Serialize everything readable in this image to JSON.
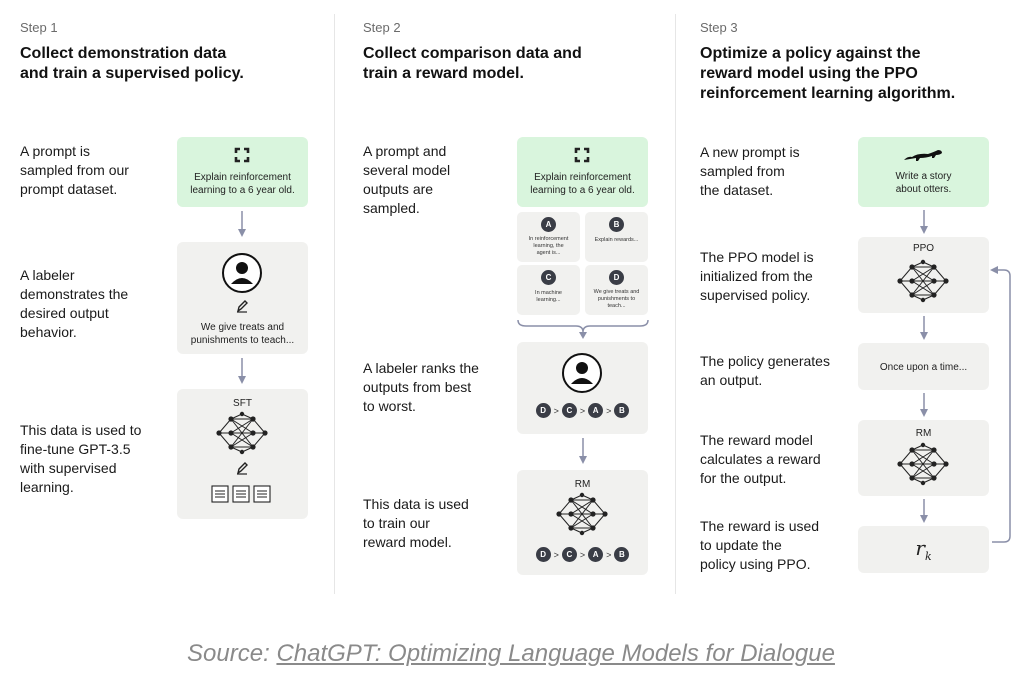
{
  "step1": {
    "label": "Step 1",
    "title_line1": "Collect demonstration data",
    "title_line2": "and train a supervised policy.",
    "desc1": [
      "A prompt is",
      "sampled from our",
      "prompt dataset."
    ],
    "desc2": [
      "A labeler",
      "demonstrates the",
      "desired output",
      "behavior."
    ],
    "desc3": [
      "This data is used to",
      "fine-tune GPT-3.5",
      "with supervised",
      "learning."
    ],
    "prompt_text": [
      "Explain reinforcement",
      "learning to a 6 year old."
    ],
    "demo_text": [
      "We give treats and",
      "punishments to teach..."
    ],
    "model_label": "SFT"
  },
  "step2": {
    "label": "Step 2",
    "title_line1": "Collect comparison data and",
    "title_line2": "train a reward model.",
    "desc1": [
      "A prompt and",
      "several model",
      "outputs are",
      "sampled."
    ],
    "desc2": [
      "A labeler ranks the",
      "outputs from best",
      "to worst."
    ],
    "desc3": [
      "This data is used",
      "to train our",
      "reward model."
    ],
    "prompt_text": [
      "Explain reinforcement",
      "learning to a 6 year old."
    ],
    "outputs": [
      {
        "letter": "A",
        "text": [
          "In reinforcement",
          "learning, the",
          "agent is..."
        ]
      },
      {
        "letter": "B",
        "text": [
          "Explain rewards..."
        ]
      },
      {
        "letter": "C",
        "text": [
          "In machine",
          "learning..."
        ]
      },
      {
        "letter": "D",
        "text": [
          "We give treats and",
          "punishments to",
          "teach..."
        ]
      }
    ],
    "ranking": [
      "D",
      "C",
      "A",
      "B"
    ],
    "model_label": "RM"
  },
  "step3": {
    "label": "Step 3",
    "title_line1": "Optimize a policy against the",
    "title_line2": "reward model using the PPO",
    "title_line3": "reinforcement learning algorithm.",
    "desc1": [
      "A new prompt is",
      "sampled from",
      "the dataset."
    ],
    "desc2": [
      "The PPO model is",
      "initialized from the",
      "supervised policy."
    ],
    "desc3": [
      "The policy generates",
      "an output."
    ],
    "desc4": [
      "The reward model",
      "calculates a reward",
      "for the output."
    ],
    "desc5": [
      "The reward is used",
      "to update the",
      "policy using PPO."
    ],
    "prompt_text": [
      "Write a story",
      "about otters."
    ],
    "ppo_label": "PPO",
    "output_text": "Once upon a time...",
    "rm_label": "RM",
    "reward_symbol": "r",
    "reward_subscript": "k"
  },
  "source": {
    "prefix": "Source: ",
    "link_text": "ChatGPT: Optimizing Language Models for Dialogue"
  },
  "colors": {
    "prompt_card": "#d9f5dd",
    "card": "#f1f1ef",
    "badge": "#3a3d46",
    "arrow": "#8a8fa8"
  }
}
